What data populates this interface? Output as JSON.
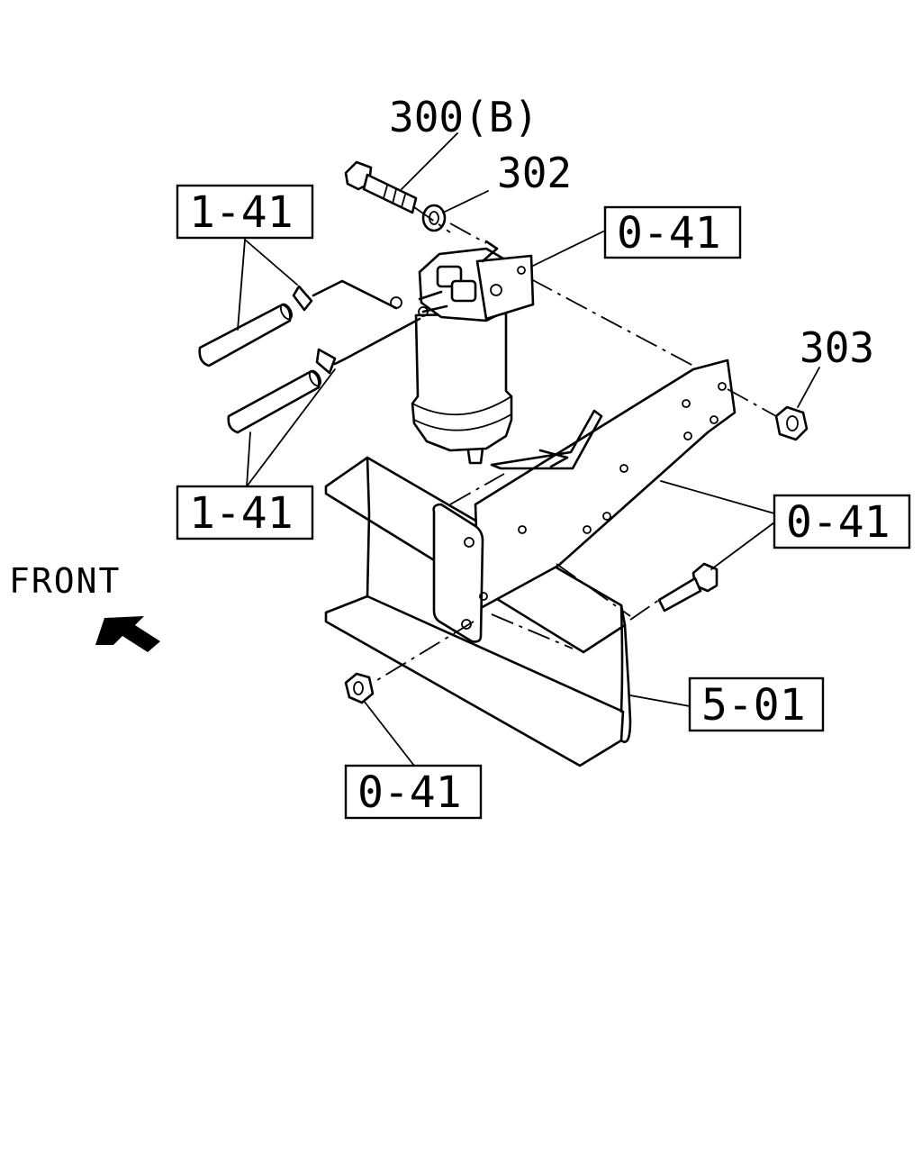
{
  "callouts": {
    "bolt_300b": "300(B)",
    "washer_302": "302",
    "nut_303": "303",
    "ref_hose_upper": "1-41",
    "ref_hose_lower": "1-41",
    "ref_filter_bracket": "0-41",
    "ref_frame_bracket": "0-41",
    "ref_nut_lower": "0-41",
    "ref_frame": "5-01"
  },
  "orientation": {
    "front_label": "FRONT"
  },
  "colors": {
    "line": "#000000",
    "background": "#ffffff"
  }
}
